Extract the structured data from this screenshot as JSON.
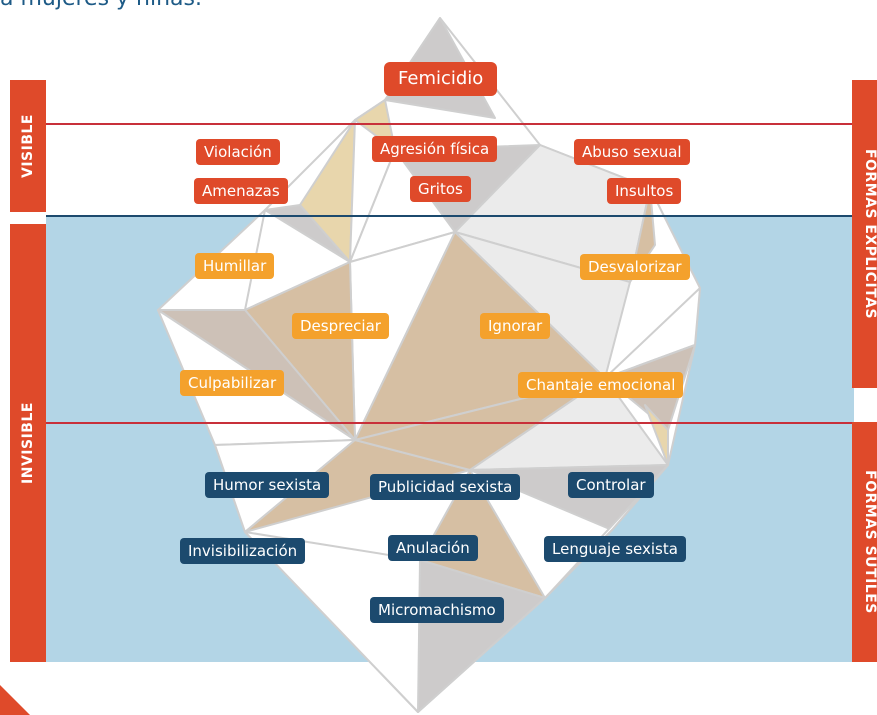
{
  "header": {
    "title_fragment": "a mujeres y niñas."
  },
  "side_labels": {
    "visible": "VISIBLE",
    "invisible": "INVISIBLE",
    "formas_explicitas": "FORMAS EXPLÍCITAS",
    "formas_sutiles": "FORMAS SUTILES"
  },
  "tags": {
    "top": "Femicidio",
    "explicit": [
      "Violación",
      "Agresión física",
      "Abuso sexual",
      "Amenazas",
      "Gritos",
      "Insultos"
    ],
    "psychological": [
      "Humillar",
      "Desvalorizar",
      "Despreciar",
      "Ignorar",
      "Culpabilizar",
      "Chantaje emocional"
    ],
    "subtle": [
      "Humor sexista",
      "Publicidad sexista",
      "Controlar",
      "Invisibilización",
      "Anulación",
      "Lenguaje sexista",
      "Micromachismo"
    ]
  },
  "colors": {
    "red": "#df4a2a",
    "orange": "#f4a12c",
    "navy": "#1c4a6e",
    "water": "#b3d5e6",
    "ice_gray": "#cdcbcb",
    "ice_tan": "#d6bfa3",
    "ice_beige": "#e8d6ac"
  }
}
